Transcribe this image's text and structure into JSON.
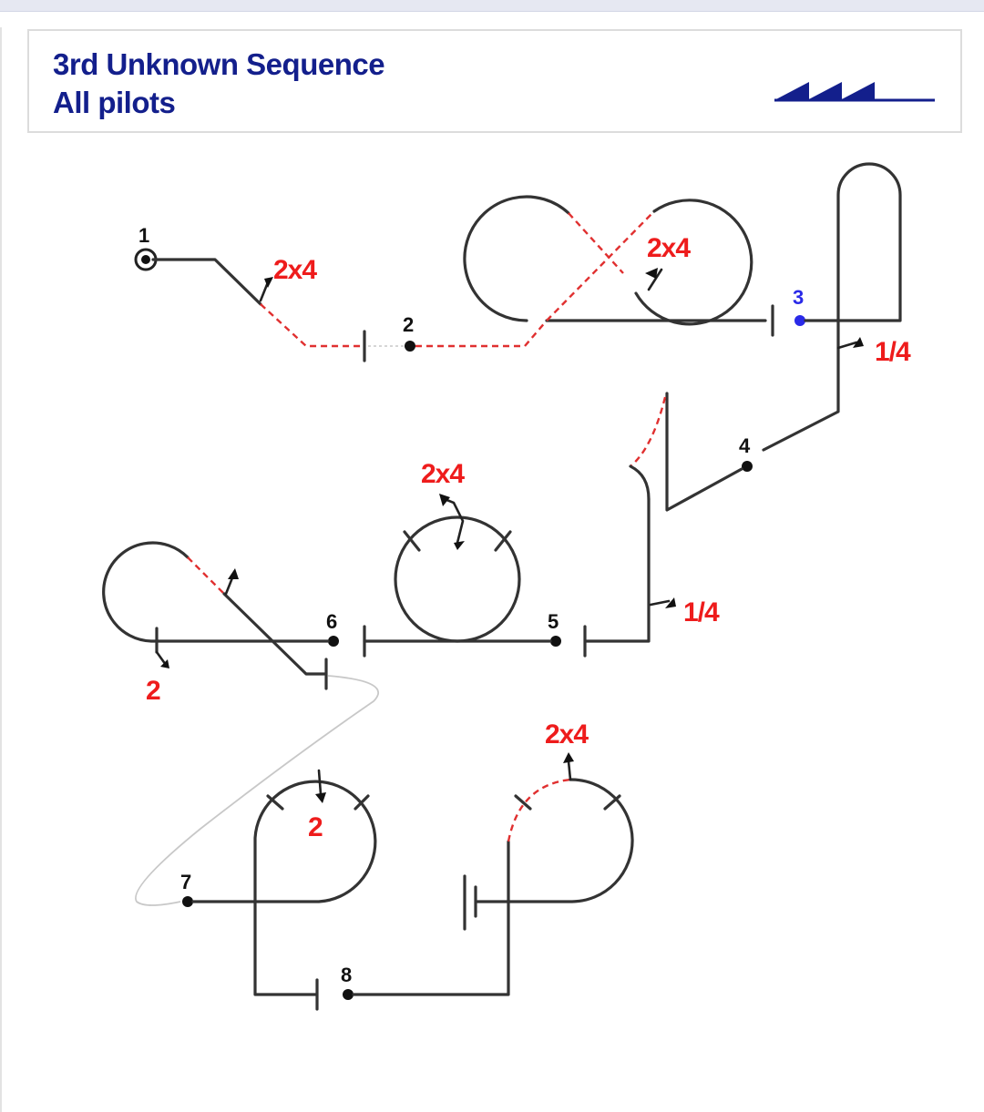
{
  "header": {
    "title_line1": "3rd Unknown Sequence",
    "title_line2": "All pilots"
  },
  "colors": {
    "title": "#131f8c",
    "figure_line": "#333333",
    "negative_line": "#e03030",
    "roll_label": "#ee1c1c",
    "highlight_number": "#2a2ae8"
  },
  "icons": {
    "logo": "wind-triangles-icon"
  },
  "figure_numbers": [
    "1",
    "2",
    "3",
    "4",
    "5",
    "6",
    "7",
    "8"
  ],
  "roll_labels": {
    "fig1": "2x4",
    "fig2": "2x4",
    "fig3": "1/4",
    "fig4_loop": "2x4",
    "fig5": "1/4",
    "fig6": "2",
    "fig7": "2",
    "fig8": "2x4"
  }
}
